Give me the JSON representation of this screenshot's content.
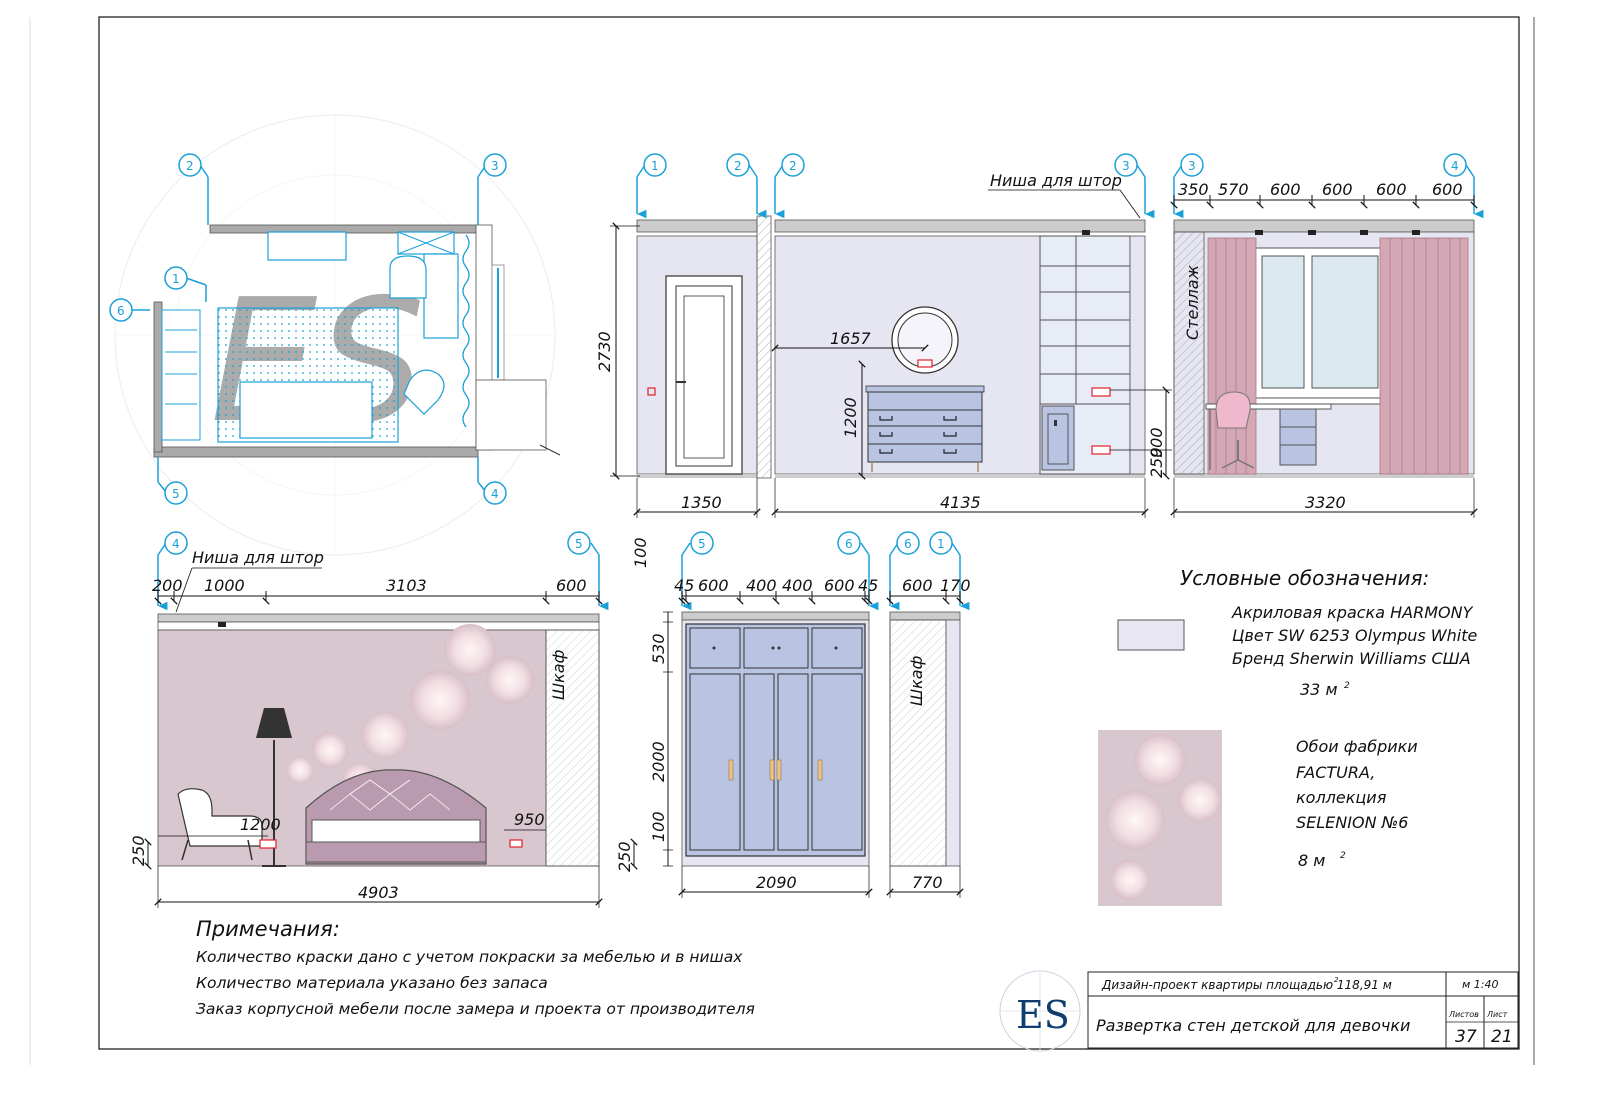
{
  "logo": {
    "text": "ES"
  },
  "plan": {
    "axes": [
      "1",
      "2",
      "3",
      "4",
      "5",
      "6"
    ]
  },
  "elev1": {
    "axes": [
      "1",
      "2"
    ],
    "width": "1350",
    "height": "2730"
  },
  "elev2": {
    "axes": [
      "2",
      "3"
    ],
    "niche_label": "Ниша для штор",
    "width": "4135",
    "mirror_dim": "1657",
    "dresser_dim": "1200",
    "socket_dim1": "250",
    "socket_dim2": "900"
  },
  "elev3": {
    "axes": [
      "3",
      "4"
    ],
    "top_dims": [
      "350",
      "570",
      "600",
      "600",
      "600",
      "600"
    ],
    "width": "3320",
    "rack_label": "Стеллаж"
  },
  "elev4": {
    "axes": [
      "4",
      "5"
    ],
    "niche_label": "Ниша для штор",
    "top_dims": [
      "200",
      "1000",
      "3103",
      "600"
    ],
    "width": "4903",
    "wardrobe_label": "Шкаф",
    "dim_1200": "1200",
    "dim_950": "950",
    "dim_250_left": "250",
    "dim_250_right": "250"
  },
  "elev5": {
    "axes": [
      "5",
      "6"
    ],
    "top_dims": [
      "45",
      "600",
      "400",
      "400",
      "600",
      "45"
    ],
    "left_dims": [
      "100",
      "530",
      "2000",
      "100"
    ],
    "width": "2090"
  },
  "elev6": {
    "axes": [
      "6",
      "1"
    ],
    "top_dims": [
      "600",
      "170"
    ],
    "width": "770",
    "wardrobe_label": "Шкаф"
  },
  "legend": {
    "title": "Условные обозначения:",
    "paint_lines": [
      "Акриловая краска HARMONY",
      "Цвет SW 6253 Olympus White",
      "Бренд Sherwin Williams США"
    ],
    "paint_qty": "33 м",
    "paint_qty_sup": "2",
    "wall_lines": [
      "Обои фабрики",
      "FACTURA,",
      "коллекция",
      "SELENION №6"
    ],
    "wall_qty": "8 м",
    "wall_qty_sup": "2",
    "paint_color": "#e8e6f2",
    "wall_color": "#d9c9d1"
  },
  "notes": {
    "title": "Примечания:",
    "lines": [
      "Количество краски дано с учетом покраски за мебелью и в нишах",
      "Количество материала указано без запаса",
      "Заказ корпусной мебели после замера и проекта от производителя"
    ]
  },
  "stamp": {
    "project": "Дизайн-проект квартиры площадью 118,91 м",
    "project_sup": "2",
    "scale": "м 1:40",
    "title": "Развертка стен детской для девочки",
    "sheet_label": "Листов",
    "sheet_num_label": "Лист",
    "sheets": "37",
    "sheet": "21"
  },
  "colors": {
    "axis_blue": "#1aa0d8",
    "wall_paint": "#e6e6f2",
    "furniture_blue": "#b8c4e2",
    "curtain_pink": "#d4a7b5",
    "sofa_purple": "#b99aae",
    "wallpaper": "#d8c7cf",
    "socket_red": "#e0202a"
  }
}
